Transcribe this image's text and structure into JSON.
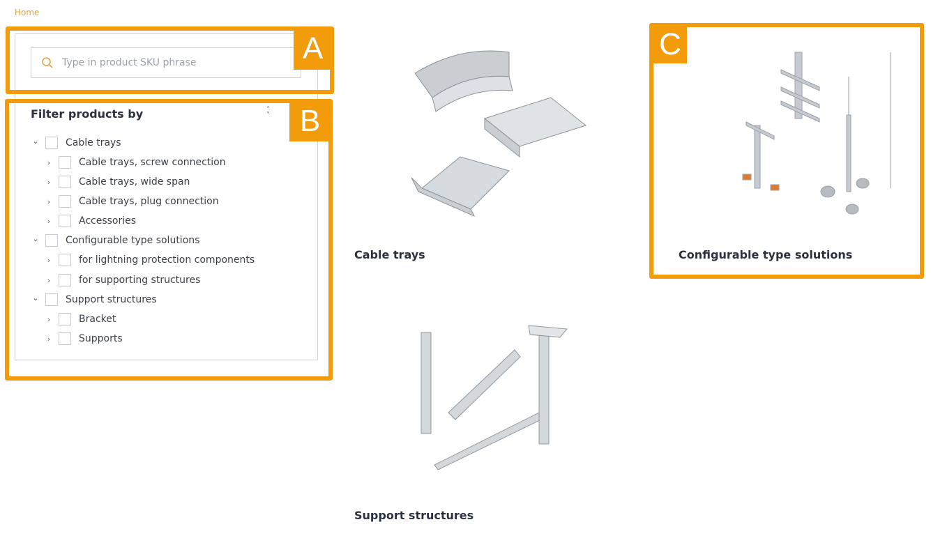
{
  "breadcrumb": {
    "home": "Home"
  },
  "search": {
    "placeholder": "Type in product SKU phrase"
  },
  "filter": {
    "title": "Filter products by",
    "tree": [
      {
        "label": "Cable trays",
        "level": 0,
        "expanded": true
      },
      {
        "label": "Cable trays, screw connection",
        "level": 1,
        "expanded": false
      },
      {
        "label": "Cable trays, wide span",
        "level": 1,
        "expanded": false
      },
      {
        "label": "Cable trays, plug connection",
        "level": 1,
        "expanded": false
      },
      {
        "label": "Accessories",
        "level": 1,
        "expanded": false
      },
      {
        "label": "Configurable type solutions",
        "level": 0,
        "expanded": true
      },
      {
        "label": "for lightning protection components",
        "level": 1,
        "expanded": false
      },
      {
        "label": "for supporting structures",
        "level": 1,
        "expanded": false
      },
      {
        "label": "Support structures",
        "level": 0,
        "expanded": true
      },
      {
        "label": "Bracket",
        "level": 1,
        "expanded": false
      },
      {
        "label": "Supports",
        "level": 1,
        "expanded": false
      }
    ]
  },
  "products": [
    {
      "title": "Cable trays"
    },
    {
      "title": "Configurable type solutions"
    },
    {
      "title": "Support structures"
    }
  ],
  "annotations": {
    "a": "A",
    "b": "B",
    "c": "C",
    "color": "#f29c0c"
  }
}
